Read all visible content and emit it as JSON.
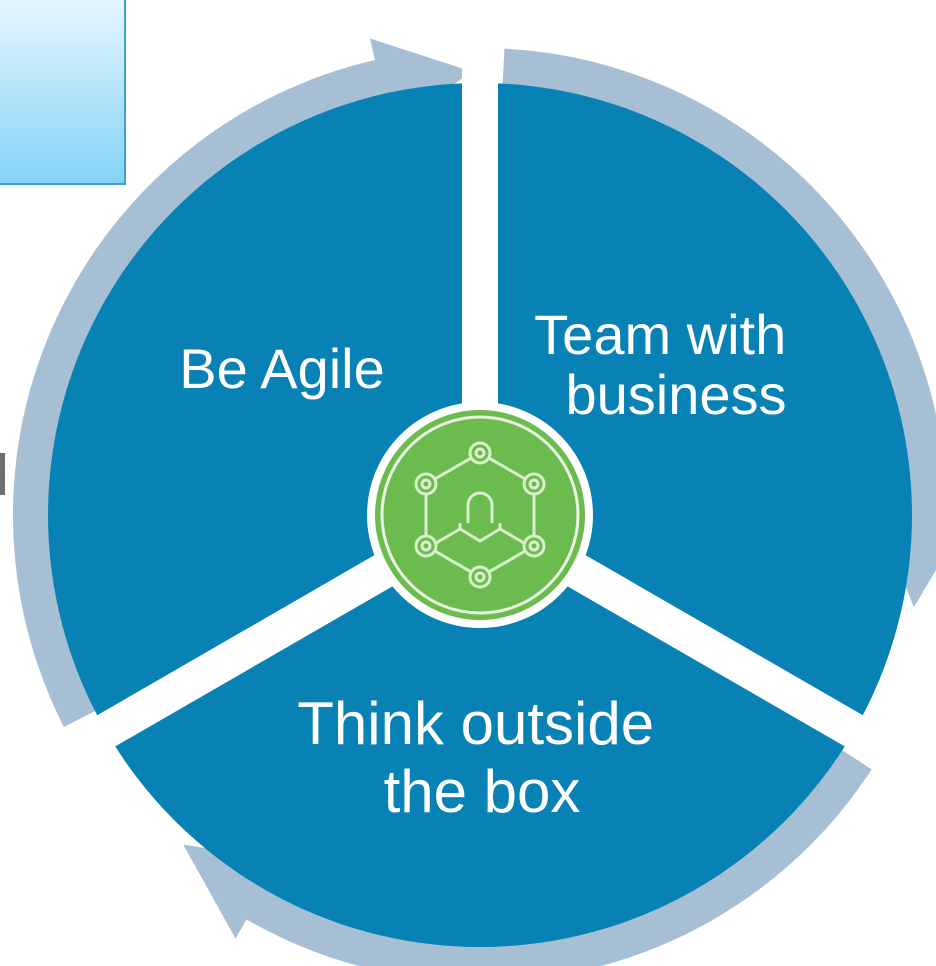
{
  "segments": [
    {
      "id": "be-agile",
      "lines": [
        "Be Agile"
      ]
    },
    {
      "id": "team-with-business",
      "lines": [
        "Team with",
        "business"
      ]
    },
    {
      "id": "think-outside",
      "lines": [
        "Think outside",
        "the box"
      ]
    }
  ],
  "colors": {
    "segment_fill": "#0882b5",
    "ring_arrow": "#a6bfd4",
    "gap_white": "#ffffff",
    "center_fill": "#6cbb4e",
    "center_ring": "#e8f5e0",
    "icon_stroke": "#d9f0cc",
    "panel_top": "#e8f6fd",
    "panel_bottom": "#83d3f7",
    "panel_border": "#3aa0d0",
    "left_stub": "#6e6e6e"
  },
  "center_icon": "network-user-icon",
  "panel_icon": "light-blue-panel"
}
